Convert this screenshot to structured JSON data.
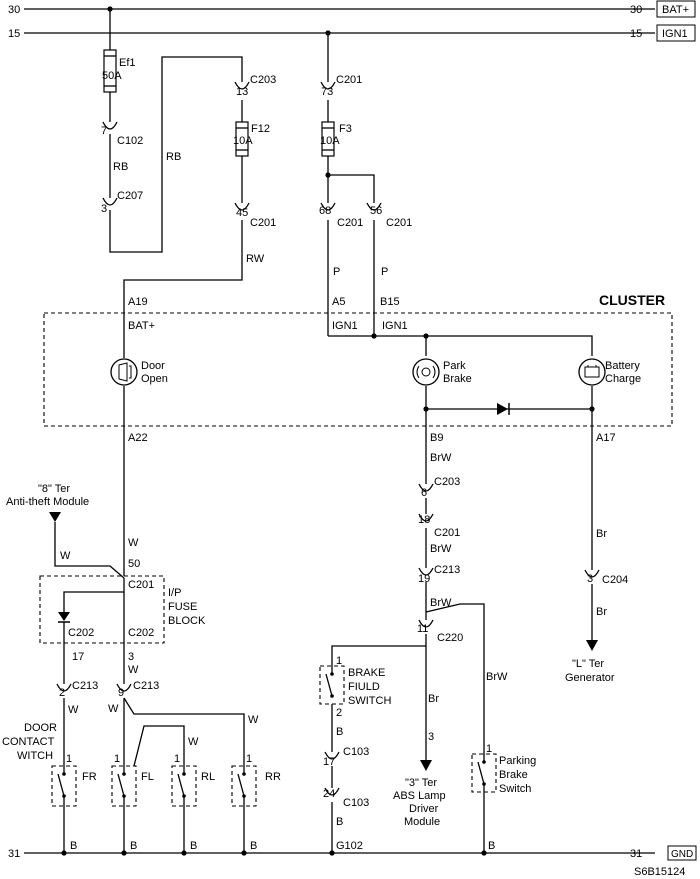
{
  "rails": {
    "bat_left": "30",
    "bat_right": "30",
    "bat_box": "BAT+",
    "ign_left": "15",
    "ign_right": "15",
    "ign_box": "IGN1",
    "gnd_left": "31",
    "gnd_right": "31",
    "gnd_box": "GND"
  },
  "fuses": {
    "ef1": {
      "name": "Ef1",
      "rating": "50A"
    },
    "f12": {
      "name": "F12",
      "rating": "10A"
    },
    "f3": {
      "name": "F3",
      "rating": "10A"
    }
  },
  "connectors": {
    "c102": {
      "pin": "7",
      "name": "C102"
    },
    "c207": {
      "pin": "3",
      "name": "C207"
    },
    "c203_top": {
      "pin": "13",
      "name": "C203"
    },
    "c201_f12": {
      "pin": "45",
      "name": "C201"
    },
    "c201_f3": {
      "pin": "73",
      "name": "C201"
    },
    "c201_68": {
      "pin": "68",
      "name": "C201"
    },
    "c201_56": {
      "pin": "56",
      "name": "C201"
    },
    "c203_brake": {
      "pin": "6",
      "name": "C203"
    },
    "c201_brake": {
      "pin": "18",
      "name": "C201"
    },
    "c213_brake": {
      "pin": "19",
      "name": "C213"
    },
    "c220": {
      "pin": "11",
      "name": "C220"
    },
    "c204": {
      "pin": "3",
      "name": "C204"
    },
    "c213_fr": {
      "pin": "2",
      "name": "C213"
    },
    "c213_fl": {
      "pin": "9",
      "name": "C213"
    },
    "c103_a": {
      "pin": "17",
      "name": "C103"
    },
    "c103_b": {
      "pin": "24",
      "name": "C103"
    }
  },
  "wires": {
    "rb1": "RB",
    "rb2": "RB",
    "rw": "RW",
    "p1": "P",
    "p2": "P",
    "w_door": "W",
    "w_anti": "W",
    "brw1": "BrW",
    "brw2": "BrW",
    "brw3": "BrW",
    "brw_switch": "BrW",
    "br_gen": "Br",
    "br_gen2": "Br",
    "br_abs": "Br",
    "w_fr": "W",
    "w_fl": "W",
    "w_rl": "W",
    "w_rr": "W",
    "w_c213": "W",
    "b_fuld": "B",
    "b_c103": "B",
    "b_fr": "B",
    "b_fl": "B",
    "b_rl": "B",
    "b_rr": "B",
    "b_park": "B"
  },
  "cluster": {
    "title": "CLUSTER",
    "pin_a19": "A19",
    "bat_plus": "BAT+",
    "pin_a5": "A5",
    "ign1_a": "IGN1",
    "pin_b15": "B15",
    "ign1_b": "IGN1",
    "door_open_1": "Door",
    "door_open_2": "Open",
    "park_brake_1": "Park",
    "park_brake_2": "Brake",
    "battery_1": "Battery",
    "battery_2": "Charge",
    "pin_a22": "A22",
    "pin_b9": "B9",
    "pin_a17": "A17"
  },
  "fuse_block": {
    "label_1": "I/P",
    "label_2": "FUSE",
    "label_3": "BLOCK",
    "pin_50": "50",
    "c201": "C201",
    "c202_a": "C202",
    "c202_b": "C202",
    "pin_17": "17",
    "pin_3": "3"
  },
  "anti_theft": {
    "line1": "\"8\" Ter",
    "line2": "Anti-theft Module"
  },
  "generator": {
    "line1": "\"L\" Ter",
    "line2": "Generator"
  },
  "abs": {
    "pin": "3",
    "line1": "\"3\" Ter",
    "line2": "ABS Lamp",
    "line3": "Driver",
    "line4": "Module"
  },
  "brake_fluid_switch": {
    "line1": "BRAKE",
    "line2": "FIULD",
    "line3": "SWITCH",
    "pin1": "1",
    "pin2": "2"
  },
  "parking_brake_switch": {
    "line1": "Parking",
    "line2": "Brake",
    "line3": "Switch",
    "pin1": "1"
  },
  "door_switches": {
    "label_1": "DOOR",
    "label_2": "CONTACT",
    "label_3": "WITCH",
    "fr": "FR",
    "fl": "FL",
    "rl": "RL",
    "rr": "RR",
    "pin": "1"
  },
  "ground": {
    "g102": "G102"
  },
  "diagram_id": "S6B15124"
}
